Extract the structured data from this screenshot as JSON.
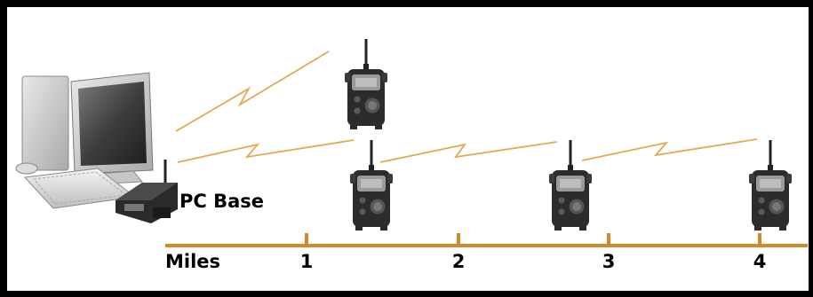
{
  "base_label": "PC Base",
  "axis": {
    "label": "Miles",
    "ticks": [
      "1",
      "2",
      "3",
      "4"
    ]
  },
  "colors": {
    "axis": "#d08a2a",
    "radio_link": "#e3aa55",
    "device_body": "#2c2c2c",
    "frame": "#000000"
  }
}
